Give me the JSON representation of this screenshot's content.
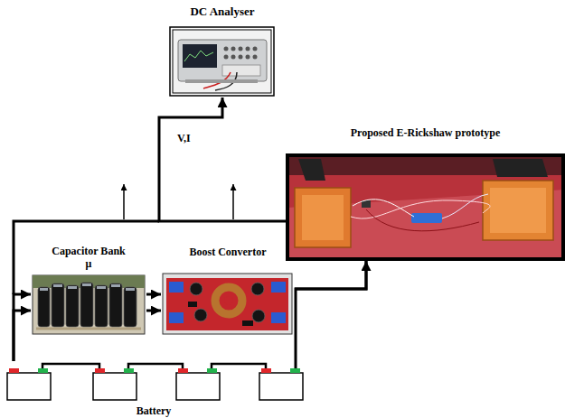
{
  "diagram": {
    "nodes": [
      {
        "text": [
          "DC Analyser"
        ]
      },
      {
        "text": [
          "Proposed E-Rickshaw prototype"
        ]
      },
      {
        "text": [
          "Capacitor Bank",
          "μ"
        ]
      },
      {
        "text": [
          "Boost Convertor"
        ]
      },
      {
        "text": [
          "Battery"
        ]
      }
    ],
    "edges": [
      {
        "from": 4,
        "to": 2,
        "arrow": "to"
      },
      {
        "from": 4,
        "to": 2,
        "arrow": "to"
      },
      {
        "from": 2,
        "to": 3,
        "arrow": "to"
      },
      {
        "from": 2,
        "to": 3,
        "arrow": "to"
      },
      {
        "from": 3,
        "to": 1,
        "arrow": "to"
      },
      {
        "from": 4,
        "to": 1,
        "arrow": "none"
      },
      {
        "from": 1,
        "to": 0,
        "arrow": "to",
        "label": "V,I"
      }
    ]
  }
}
